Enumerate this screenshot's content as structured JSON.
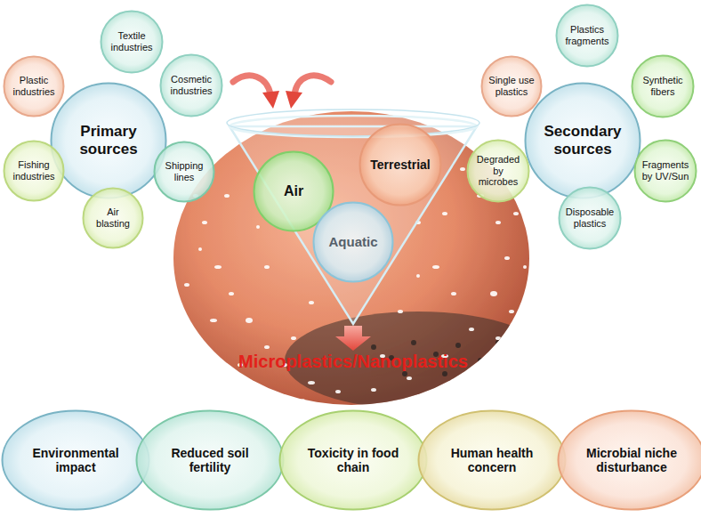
{
  "diagram": {
    "title": "Microplastics/Nanoplastics",
    "nodes": [
      {
        "text": [
          "Primary sources"
        ]
      },
      {
        "text": [
          "Textile industries"
        ]
      },
      {
        "text": [
          "Plastic industries"
        ]
      },
      {
        "text": [
          "Cosmetic industries"
        ]
      },
      {
        "text": [
          "Fishing industries"
        ]
      },
      {
        "text": [
          "Shipping lines"
        ]
      },
      {
        "text": [
          "Air blasting"
        ]
      },
      {
        "text": [
          "Air"
        ]
      },
      {
        "text": [
          "Terrestrial"
        ]
      },
      {
        "text": [
          "Aquatic"
        ]
      },
      {
        "text": [
          "Secondary sources"
        ]
      },
      {
        "text": [
          "Plastics fragments"
        ]
      },
      {
        "text": [
          "Single use plastics"
        ]
      },
      {
        "text": [
          "Synthetic fibers"
        ]
      },
      {
        "text": [
          "Degraded by microbes"
        ]
      },
      {
        "text": [
          "Fragments by UV/Sun"
        ]
      },
      {
        "text": [
          "Disposable plastics"
        ]
      },
      {
        "text": [
          "Environmental impact"
        ]
      },
      {
        "text": [
          "Reduced soil fertility"
        ]
      },
      {
        "text": [
          "Toxicity in food chain"
        ]
      },
      {
        "text": [
          "Human health concern"
        ]
      },
      {
        "text": [
          "Microbial niche disturbance"
        ]
      }
    ]
  }
}
